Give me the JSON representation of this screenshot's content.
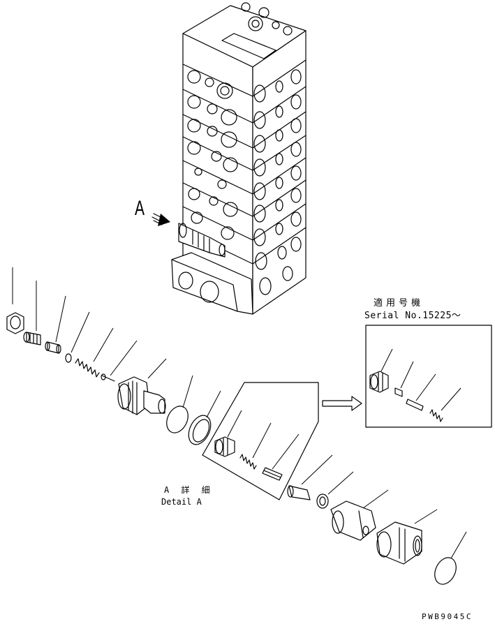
{
  "view_label": "A",
  "serial_box": {
    "title_ja": "適用号機",
    "serial": "Serial No.15225～"
  },
  "detail_caption": {
    "title_ja": "A 詳 細",
    "title_en": "Detail A"
  },
  "drawing_code": "PWB9045C"
}
